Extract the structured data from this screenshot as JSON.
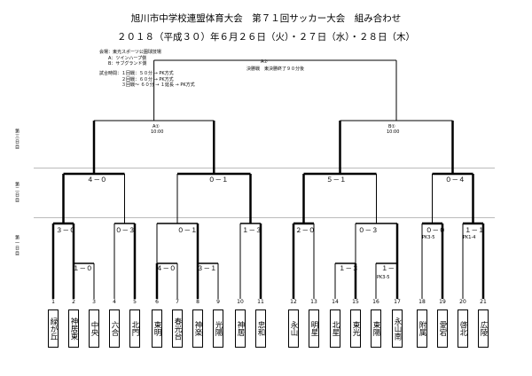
{
  "header": {
    "title": "旭川市中学校連盟体育大会　第７１回サッカー大会　組み合わせ",
    "dates": "２０１８（平成３０）年６月２６日（火）・２７日（水）・２８日（木）"
  },
  "info": {
    "venue": "会場：東光スポーツ公園球技場\n　　A：ツインハープ側\n　　B：サブグランド側",
    "times": "試合時間：１回戦：５０分 → PK方式\n　　　　　２回戦：６０分 → PK方式\n　　　　　３回戦～ ６０分 → １延長 → PK方式"
  },
  "days": {
    "day3": "第三日目",
    "day2": "第二日目",
    "day1": "第一日目"
  },
  "final": {
    "court": "A②",
    "note": "決勝戦　東決勝終了９０分後"
  },
  "semis": [
    {
      "court": "A①",
      "time": "10:00"
    },
    {
      "court": "B①",
      "time": "10:00"
    }
  ],
  "scores": {
    "r3": [
      "４－０",
      "０－１",
      "５－１",
      "０－４"
    ],
    "r2": [
      "３－０",
      "０－３",
      "０－１",
      "１－３",
      "２－０",
      "０－３",
      "０－０",
      "１－１"
    ],
    "r2_pk": [
      "",
      "",
      "",
      "",
      "",
      "",
      "PK3-5",
      "PK1-4"
    ],
    "r1": [
      "１－０",
      "４－０",
      "３－１",
      "１－３",
      "１－"
    ],
    "r1_pk": [
      "",
      "",
      "",
      "",
      "PK3-5"
    ]
  },
  "teams": [
    {
      "num": "1",
      "name": "緑が丘"
    },
    {
      "num": "2",
      "name": "神居東"
    },
    {
      "num": "3",
      "name": "中央"
    },
    {
      "num": "4",
      "name": "六合"
    },
    {
      "num": "5",
      "name": "北門"
    },
    {
      "num": "6",
      "name": "東明"
    },
    {
      "num": "7",
      "name": "春光台"
    },
    {
      "num": "8",
      "name": "神楽"
    },
    {
      "num": "9",
      "name": "光陽"
    },
    {
      "num": "10",
      "name": "神居"
    },
    {
      "num": "11",
      "name": "忠和"
    },
    {
      "num": "12",
      "name": "永山"
    },
    {
      "num": "13",
      "name": "明星"
    },
    {
      "num": "14",
      "name": "北星"
    },
    {
      "num": "15",
      "name": "東光"
    },
    {
      "num": "16",
      "name": "東陽"
    },
    {
      "num": "17",
      "name": "永山南"
    },
    {
      "num": "18",
      "name": "附属"
    },
    {
      "num": "19",
      "name": "愛宕"
    },
    {
      "num": "20",
      "name": "啓北"
    },
    {
      "num": "21",
      "name": "広陵"
    }
  ]
}
